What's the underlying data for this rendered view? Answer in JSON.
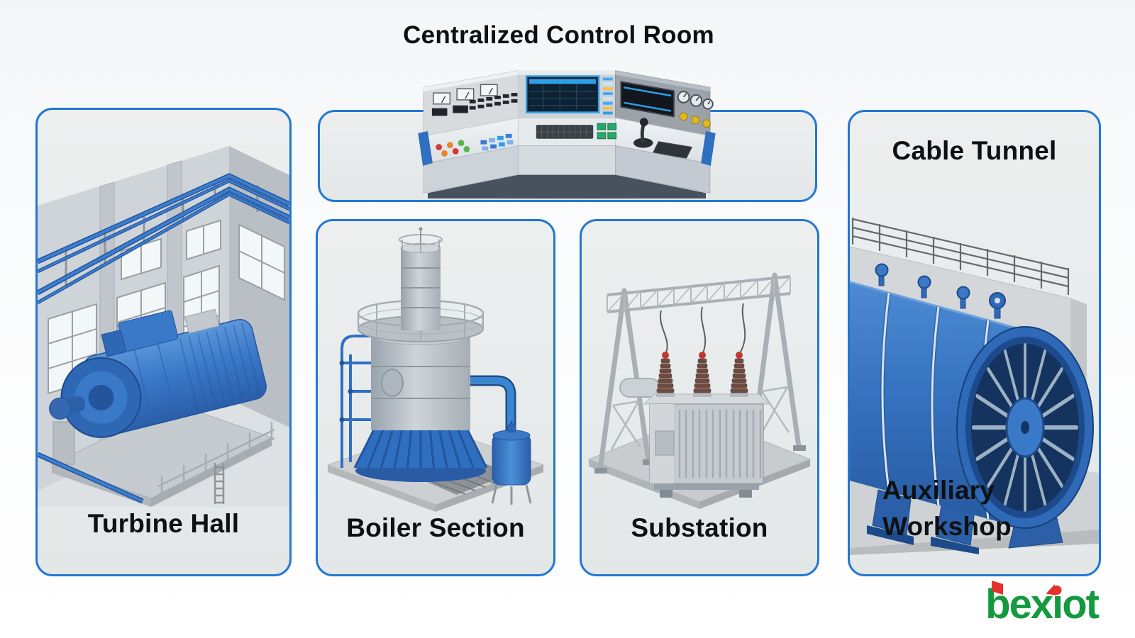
{
  "page": {
    "background": "#f7f9fa",
    "accent_border": "#2277d3",
    "panel_fill": "#e9eced",
    "text_color": "#0e1114"
  },
  "header": {
    "title": "Centralized Control Room"
  },
  "panels": {
    "control_room": {
      "illustration": "control-console-3d"
    },
    "turbine_hall": {
      "label": "Turbine Hall",
      "illustration": "turbine-generator-3d"
    },
    "boiler_section": {
      "label": "Boiler Section",
      "illustration": "boiler-vessel-3d"
    },
    "substation": {
      "label": "Substation",
      "illustration": "transformer-gantry-3d"
    },
    "cable_tunnel": {
      "label_top": "Cable Tunnel",
      "label_bottom": "Auxiliary Workshop",
      "illustration": "tunnel-fan-3d"
    }
  },
  "brand": {
    "name": "bexiot",
    "letters": [
      "b",
      "e",
      "x",
      "i",
      "o",
      "t"
    ],
    "green": "#139a3e",
    "red": "#e2322a"
  }
}
